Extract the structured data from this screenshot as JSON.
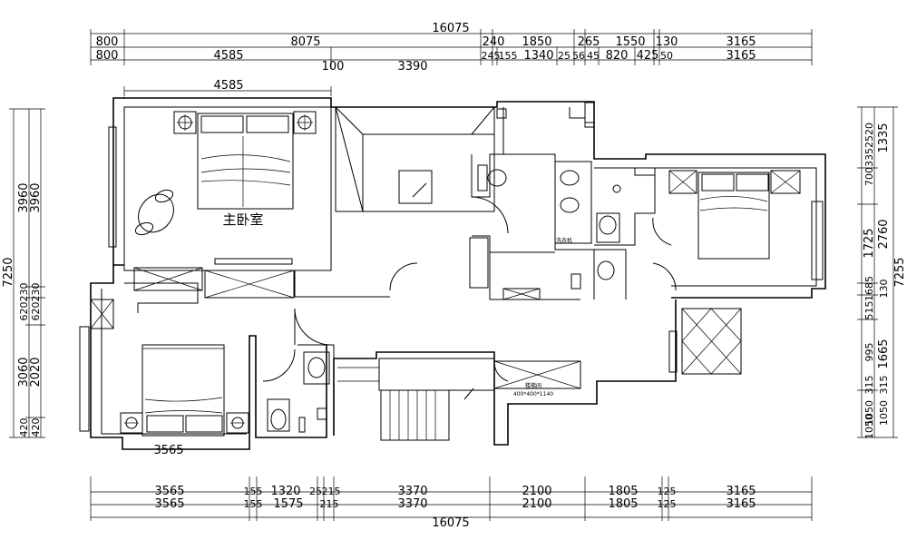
{
  "dims": {
    "top_total": "16075",
    "top_row1": [
      "800",
      "8075",
      "240",
      "1850",
      "265",
      "1550",
      "130",
      "3165"
    ],
    "top_row2": [
      "800",
      "4585",
      "245",
      "155",
      "1340",
      "25",
      "56",
      "45",
      "820",
      "425",
      "50",
      "3165"
    ],
    "top_row2_extra": [
      "100",
      "3390"
    ],
    "room_width": "4585",
    "bottom_row1": [
      "3565",
      "155",
      "1320",
      "25",
      "215",
      "3370",
      "2100",
      "1805",
      "125",
      "3165"
    ],
    "bottom_row2": [
      "3565",
      "155",
      "1575",
      "215",
      "3370",
      "2100",
      "1805",
      "125",
      "3165"
    ],
    "bottom_total": "16075",
    "lower_room_width": "3565",
    "left_outer": "7250",
    "left_col1": [
      "3960",
      "230",
      "620",
      "3060",
      "420"
    ],
    "left_col2": [
      "3960",
      "230",
      "620",
      "2020",
      "420"
    ],
    "right_outer": "7255",
    "right_col1": [
      "1335",
      "7003352520",
      "1725",
      "2760",
      "1685",
      "130",
      "515",
      "1665",
      "315",
      "1050",
      "995",
      "1050",
      "315",
      "1050"
    ]
  },
  "rooms": {
    "master_bedroom": "主卧室",
    "stair_note_title": "楼梯间",
    "stair_note_sub": "400*400*1140",
    "vanity_note": "洗衣机"
  }
}
